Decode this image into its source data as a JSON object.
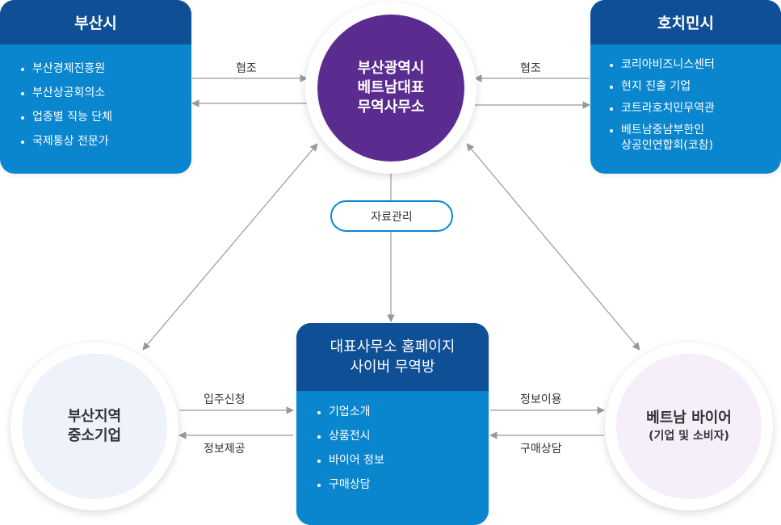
{
  "busan_city": {
    "title": "부산시",
    "items": [
      "부산경제진흥원",
      "부산상공회의소",
      "업종별 직능 단체",
      "국제통상 전문가"
    ]
  },
  "hochiminh": {
    "title": "호치민시",
    "items": [
      "코리아비즈니스센터",
      "현지 진출 기업",
      "코트라호치민무역관",
      "베트남중남부한인\n상공인연합회(코참)"
    ]
  },
  "center": {
    "line1": "부산광역시",
    "line2": "베트남대표",
    "line3": "무역사무소"
  },
  "homepage": {
    "title_line1": "대표사무소 홈페이지",
    "title_line2": "사이버 무역방",
    "items": [
      "기업소개",
      "상품전시",
      "바이어 정보",
      "구매상담"
    ]
  },
  "sme": {
    "line1": "부산지역",
    "line2": "중소기업"
  },
  "buyer": {
    "line1": "베트남 바이어",
    "line2": "(기업 및 소비자)"
  },
  "labels": {
    "coop_left": "협조",
    "coop_right": "협조",
    "data_mgmt": "자료관리",
    "move_in": "입주신청",
    "info_provide": "정보제공",
    "info_use": "정보이용",
    "purchase": "구매상담"
  },
  "colors": {
    "box_header": "#0f4f95",
    "box_body": "#0a86cf",
    "center_circle": "#5b2c8f",
    "sme_fill": "#eef2fb",
    "buyer_fill": "#f6eef8",
    "arrow": "#999999"
  }
}
